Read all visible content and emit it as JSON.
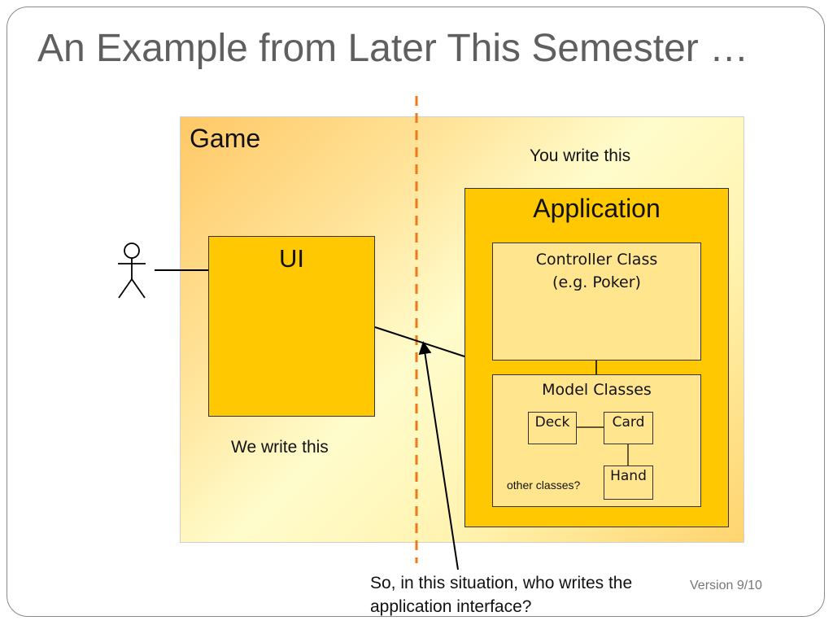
{
  "slide": {
    "title": "An Example from Later This Semester …",
    "version": "Version 9/10"
  },
  "diagram": {
    "game_label": "Game",
    "ui_label": "UI",
    "application_label": "Application",
    "controller_line1": "Controller Class",
    "controller_line2": "(e.g. Poker)",
    "model_label": "Model Classes",
    "deck_label": "Deck",
    "card_label": "Card",
    "hand_label": "Hand",
    "other_classes": "other classes?",
    "you_write": "You write this",
    "we_write": "We write this",
    "question_line1": "So, in this situation, who writes the",
    "question_line2": "application interface?"
  },
  "colors": {
    "divider": "#f07818",
    "box_fill": "#ffc800",
    "inner_fill": "#ffe68e",
    "title_text": "#5f5f5f"
  }
}
